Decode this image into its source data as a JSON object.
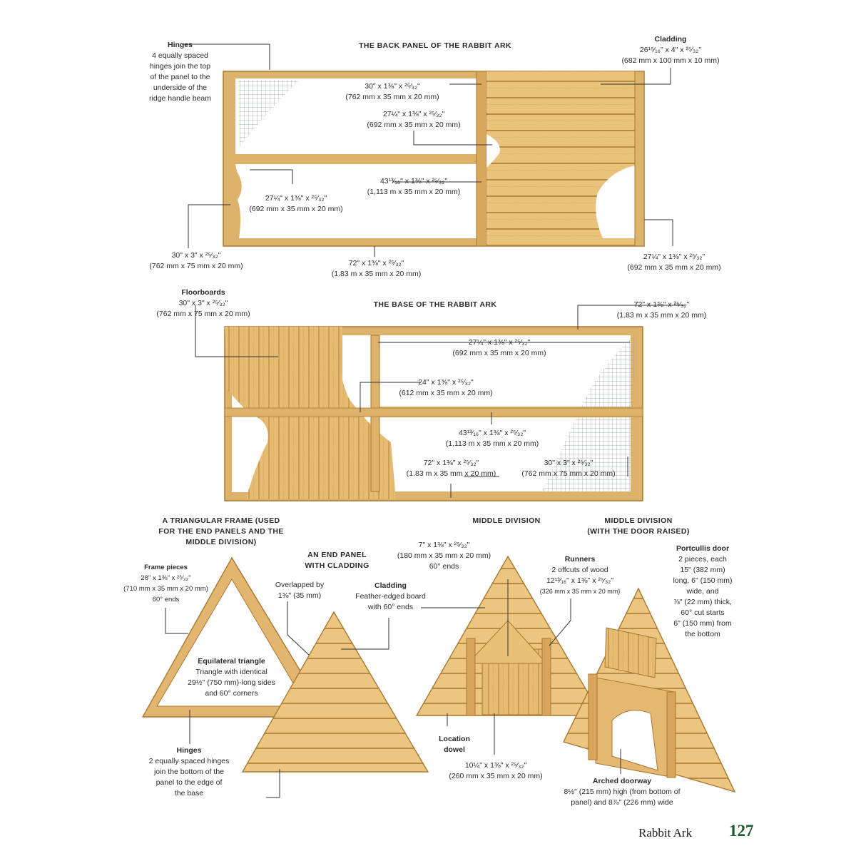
{
  "sections": {
    "back_panel": "THE BACK PANEL OF THE RABBIT ARK",
    "base": "THE BASE OF THE RABBIT ARK",
    "triangle_frame": [
      "A TRIANGULAR FRAME (USED",
      "FOR THE END PANELS AND THE",
      "MIDDLE DIVISION)"
    ],
    "end_panel": [
      "AN END PANEL",
      "WITH CLADDING"
    ],
    "middle_division": "MIDDLE DIVISION",
    "middle_division_door": [
      "MIDDLE DIVISION",
      "(WITH THE DOOR RAISED)"
    ]
  },
  "labels": {
    "bp_hinges": {
      "title": "Hinges",
      "lines": [
        "4 equally spaced",
        "hinges join the top",
        "of the panel to the",
        "underside of the",
        "ridge handle beam"
      ]
    },
    "bp_cladding": {
      "title": "Cladding",
      "lines": [
        "26¹⁵⁄₁₆\" x 4\" x ²⁵⁄₃₂\"",
        "(682 mm x 100 mm x 10 mm)"
      ]
    },
    "bp_30x1": {
      "lines": [
        "30\" x 1⅜\" x ²⁵⁄₃₂\"",
        "(762 mm x 35 mm x 20 mm)"
      ]
    },
    "bp_27a": {
      "lines": [
        "27¼\" x 1⅜\" x ²⁵⁄₃₂\"",
        "(692 mm x 35 mm x 20 mm)"
      ]
    },
    "bp_43": {
      "lines": [
        "43¹³⁄₁₆\" x 1⅜\" x ²⁵⁄₃₂\"",
        "(1,113 m x 35 mm x 20 mm)"
      ]
    },
    "bp_27b": {
      "lines": [
        "27¼\" x 1⅜\" x ²⁵⁄₃₂\"",
        "(692 mm x 35 mm x 20 mm)"
      ]
    },
    "bp_30x3": {
      "lines": [
        "30\" x 3\" x ²⁵⁄₃₂\"",
        "(762 mm x 75 mm x 20 mm)"
      ]
    },
    "bp_72": {
      "lines": [
        "72\" x 1⅜\" x ²⁵⁄₃₂\"",
        "(1.83 m x 35 mm x 20 mm)"
      ]
    },
    "bp_27c": {
      "lines": [
        "27¼\" x 1⅜\" x ²⁵⁄₃₂\"",
        "(692 mm x 35 mm x 20 mm)"
      ]
    },
    "b_floor": {
      "title": "Floorboards",
      "lines": [
        "30\" x 3\" x ²⁵⁄₃₂\"",
        "(762 mm x 75 mm x 20 mm)"
      ]
    },
    "b_72top": {
      "lines": [
        "72\" x 1⅜\" x ²⁵⁄₃₂\"",
        "(1.83 m x 35 mm x 20 mm)"
      ]
    },
    "b_27": {
      "lines": [
        "27¼\" x 1⅜\" x ²⁵⁄₃₂\"",
        "(692 mm x 35 mm x 20 mm)"
      ]
    },
    "b_24": {
      "lines": [
        "24\" x 1⅜\" x ²⁵⁄₃₂\"",
        "(612 mm x 35 mm x 20 mm)"
      ]
    },
    "b_43": {
      "lines": [
        "43¹³⁄₁₆\" x 1⅜\" x ²⁵⁄₃₂\"",
        "(1,113 m x 35 mm x 20 mm)"
      ]
    },
    "b_72": {
      "lines": [
        "72\" x 1⅜\" x ²⁵⁄₃₂\"",
        "(1.83 m x 35 mm x 20 mm)"
      ]
    },
    "b_30": {
      "lines": [
        "30\" x 3\" x ²⁵⁄₃₂\"",
        "(762 mm x 75 mm x 20 mm)"
      ]
    },
    "t_frame": {
      "title": "Frame pieces",
      "lines": [
        "28\" x 1⅜\" x ²⁵⁄₃₂\"",
        "(710 mm x 35 mm x 20 mm)",
        "60° ends"
      ]
    },
    "t_equi": {
      "title": "Equilateral triangle",
      "lines": [
        "Triangle with identical",
        "29½\" (750 mm)-long sides",
        "and 60° corners"
      ]
    },
    "t_hinges": {
      "title": "Hinges",
      "lines": [
        "2 equally spaced hinges",
        "join the bottom of the",
        "panel to the edge of",
        "the base"
      ]
    },
    "e_overlap": {
      "lines": [
        "Overlapped by",
        "1⅜\" (35 mm)"
      ]
    },
    "e_cladding": {
      "title": "Cladding",
      "lines": [
        "Feather-edged board",
        "with 60° ends"
      ]
    },
    "m_7": {
      "lines": [
        "7\" x 1⅜\" x ²⁵⁄₃₂\"",
        "(180 mm x 35 mm x 20 mm)",
        "60° ends"
      ]
    },
    "m_runners": {
      "title": "Runners",
      "lines": [
        "2 offcuts of wood",
        "12¹³⁄₁₆\" x 1⅜\" x ²⁵⁄₃₂\"",
        "(326 mm x 35 mm x 20 mm)"
      ]
    },
    "m_dowel": {
      "title": "Location",
      "lines": [
        "dowel"
      ]
    },
    "m_10": {
      "lines": [
        "10¼\" x 1⅜\" x ²⁵⁄₃₂\"",
        "(260 mm x 35 mm x 20 mm)"
      ]
    },
    "d_portcullis": {
      "title": "Portcullis door",
      "lines": [
        "2 pieces, each",
        "15\" (382 mm)",
        "long, 6\" (150 mm)",
        "wide, and",
        "⅞\" (22 mm) thick,",
        "60° cut starts",
        "6\" (150 mm) from",
        "the bottom"
      ]
    },
    "d_arched": {
      "title": "Arched doorway",
      "lines": [
        "8½\" (215 mm) high (from bottom of",
        "panel) and 8⅞\" (226 mm) wide"
      ]
    }
  },
  "footer": {
    "title": "Rabbit Ark",
    "page": "127"
  },
  "colors": {
    "wood": "#e8c07a",
    "wood_dark": "#b98a3e",
    "mesh": "#9aa3ad",
    "page_number": "#1d5a2a"
  }
}
